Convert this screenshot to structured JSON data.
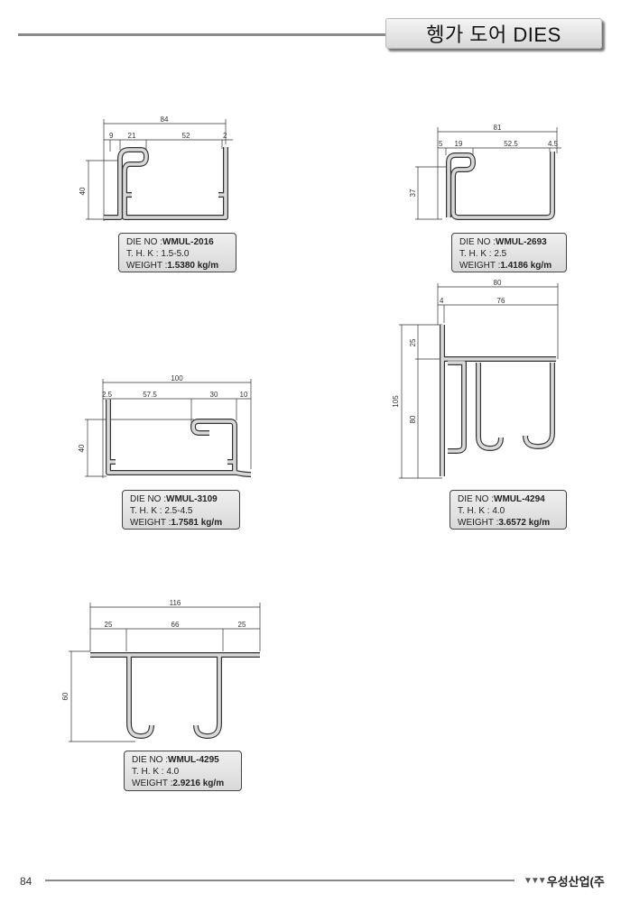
{
  "header": {
    "title": "헹가 도어 DIES"
  },
  "labels": {
    "die_no": "DIE NO :",
    "thk": "T. H. K :",
    "weight": "WEIGHT :"
  },
  "dies": [
    {
      "die_no": "WMUL-2016",
      "thk": "1.5-5.0",
      "weight": "1.5380 kg/m",
      "dims": {
        "overall": "84",
        "parts": [
          "9",
          "21",
          "52",
          "2"
        ],
        "height": "40"
      }
    },
    {
      "die_no": "WMUL-2693",
      "thk": "2.5",
      "weight": "1.4186 kg/m",
      "dims": {
        "overall": "81",
        "parts": [
          "5",
          "19",
          "52.5",
          "4.5"
        ],
        "height": "37"
      }
    },
    {
      "die_no": "WMUL-3109",
      "thk": "2.5-4.5",
      "weight": "1.7581 kg/m",
      "dims": {
        "overall": "100",
        "parts": [
          "2.5",
          "57.5",
          "30",
          "10"
        ],
        "height": "40"
      }
    },
    {
      "die_no": "WMUL-4294",
      "thk": "4.0",
      "weight": "3.6572 kg/m",
      "dims": {
        "overall": "80",
        "parts": [
          "4",
          "76"
        ],
        "height": "105",
        "height_parts": [
          "25",
          "80"
        ]
      }
    },
    {
      "die_no": "WMUL-4295",
      "thk": "4.0",
      "weight": "2.9216 kg/m",
      "dims": {
        "overall": "116",
        "parts": [
          "25",
          "66",
          "25"
        ],
        "height": "60"
      }
    }
  ],
  "footer": {
    "page_number": "84",
    "company": "우성산업(주"
  }
}
